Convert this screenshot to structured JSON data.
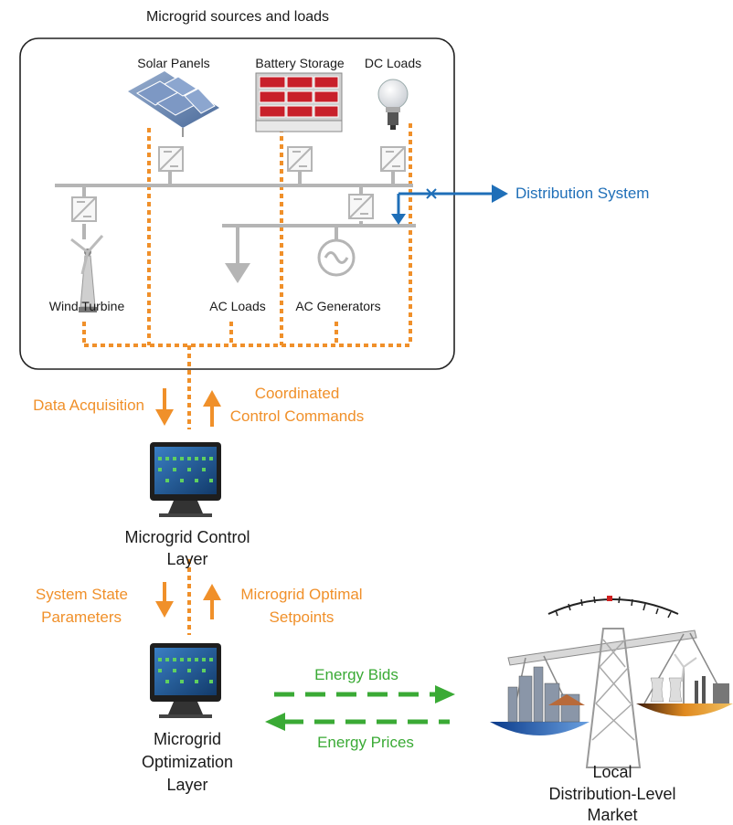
{
  "title": "Microgrid sources and loads",
  "sources": {
    "solar": "Solar Panels",
    "battery": "Battery Storage",
    "dc_loads": "DC Loads",
    "wind": "Wind Turbine",
    "ac_loads": "AC Loads",
    "ac_generators": "AC Generators"
  },
  "distribution_system": "Distribution System",
  "flows": {
    "data_acquisition": "Data Acquisition",
    "coordinated_1": "Coordinated",
    "coordinated_2": "Control Commands",
    "state_1": "System State",
    "state_2": "Parameters",
    "setpoints_1": "Microgrid Optimal",
    "setpoints_2": "Setpoints",
    "energy_bids": "Energy Bids",
    "energy_prices": "Energy Prices"
  },
  "layers": {
    "control_1": "Microgrid Control",
    "control_2": "Layer",
    "optim_1": "Microgrid",
    "optim_2": "Optimization",
    "optim_3": "Layer"
  },
  "market": {
    "line1": "Local",
    "line2": "Distribution-Level",
    "line3": "Market"
  },
  "colors": {
    "orange": "#f0902a",
    "blue": "#1f6fb8",
    "green": "#3aaa35",
    "grey": "#b5b5b5"
  }
}
